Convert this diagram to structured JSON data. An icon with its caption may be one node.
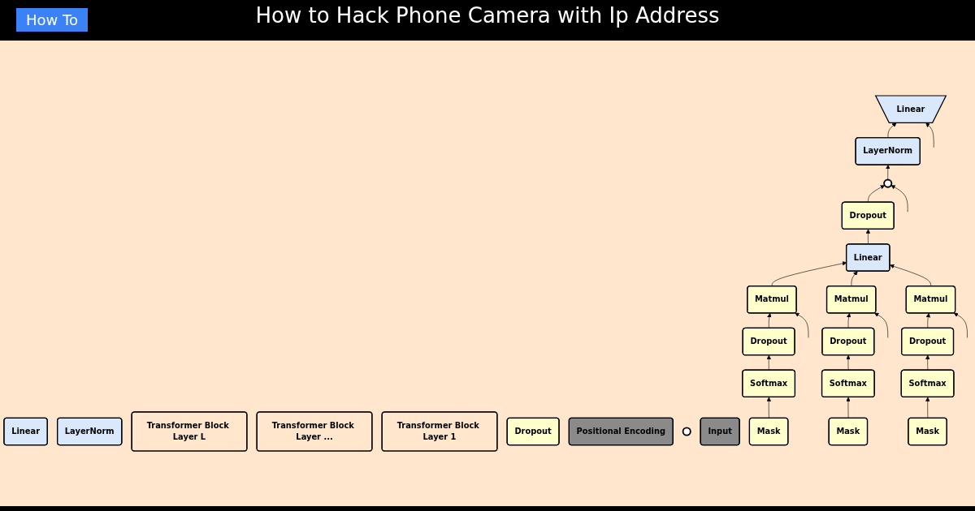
{
  "diagram": {
    "title": "How to Hack Phone Camera with Ip Address",
    "nodes": [
      {
        "text": [
          "Linear"
        ]
      },
      {
        "text": [
          "LayerNorm"
        ]
      },
      {
        "text": [
          "Transformer Block Layer L"
        ]
      },
      {
        "text": [
          "Transformer Block Layer ..."
        ]
      },
      {
        "text": [
          "Transformer Block Layer 1"
        ]
      },
      {
        "text": [
          "Dropout"
        ]
      },
      {
        "text": [
          "Positional Encoding"
        ]
      },
      {
        "text": [],
        "shape": "circle"
      },
      {
        "text": [
          "Input"
        ]
      },
      {
        "text": [
          "Linear"
        ]
      },
      {
        "text": [
          "LayerNorm"
        ]
      },
      {
        "text": [],
        "shape": "circle"
      },
      {
        "text": [
          "Dropout"
        ]
      },
      {
        "text": [
          "Linear"
        ]
      },
      {
        "text": [
          "Matmul"
        ]
      },
      {
        "text": [
          "Matmul"
        ]
      },
      {
        "text": [
          "Matmul"
        ]
      },
      {
        "text": [
          "Dropout"
        ]
      },
      {
        "text": [
          "Dropout"
        ]
      },
      {
        "text": [
          "Dropout"
        ]
      },
      {
        "text": [
          "Softmax"
        ]
      },
      {
        "text": [
          "Softmax"
        ]
      },
      {
        "text": [
          "Softmax"
        ]
      },
      {
        "text": [
          "Mask"
        ]
      },
      {
        "text": [
          "Mask"
        ]
      },
      {
        "text": [
          "Mask"
        ]
      }
    ],
    "edges": [
      {
        "from": 10,
        "to": 9,
        "arrow": "to"
      },
      {
        "from": null,
        "to": 9,
        "arrow": "to"
      },
      {
        "from": 11,
        "to": 10,
        "arrow": "to"
      },
      {
        "from": 12,
        "to": 11,
        "arrow": "to"
      },
      {
        "from": null,
        "to": 11,
        "arrow": "to"
      },
      {
        "from": 13,
        "to": 12,
        "arrow": "to"
      },
      {
        "from": 14,
        "to": 13,
        "arrow": "to"
      },
      {
        "from": 15,
        "to": 13,
        "arrow": "to"
      },
      {
        "from": 16,
        "to": 13,
        "arrow": "to"
      },
      {
        "from": 17,
        "to": 14,
        "arrow": "to"
      },
      {
        "from": null,
        "to": 14,
        "arrow": "to"
      },
      {
        "from": 18,
        "to": 15,
        "arrow": "to"
      },
      {
        "from": null,
        "to": 15,
        "arrow": "to"
      },
      {
        "from": 19,
        "to": 16,
        "arrow": "to"
      },
      {
        "from": null,
        "to": 16,
        "arrow": "to"
      },
      {
        "from": 20,
        "to": 17,
        "arrow": "to"
      },
      {
        "from": 21,
        "to": 18,
        "arrow": "to"
      },
      {
        "from": 22,
        "to": 19,
        "arrow": "to"
      },
      {
        "from": 23,
        "to": 20,
        "arrow": "to"
      },
      {
        "from": 24,
        "to": 21,
        "arrow": "to"
      },
      {
        "from": 25,
        "to": 22,
        "arrow": "to"
      }
    ],
    "labels": [
      "How To"
    ]
  }
}
